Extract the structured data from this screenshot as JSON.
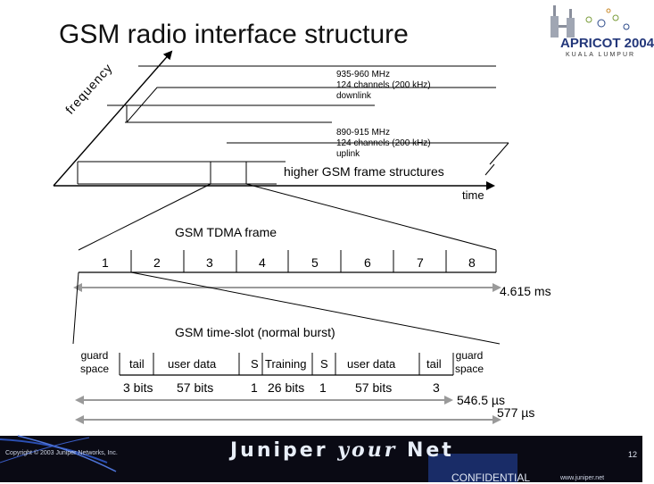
{
  "title": "GSM radio interface structure",
  "logo": {
    "name": "APRICOT 2004",
    "sub": "KUALA LUMPUR"
  },
  "frequency_axis": {
    "label": "frequency"
  },
  "downlink": {
    "line1": "935-960 MHz",
    "line2": "124 channels (200 kHz)",
    "line3": "downlink"
  },
  "uplink": {
    "line1": "890-915 MHz",
    "line2": "124 channels (200 kHz)",
    "line3": "uplink"
  },
  "higher_frames": "higher GSM frame structures",
  "time_label": "time",
  "tdma": {
    "label": "GSM TDMA frame",
    "slots": [
      "1",
      "2",
      "3",
      "4",
      "5",
      "6",
      "7",
      "8"
    ],
    "duration": "4.615 ms"
  },
  "burst": {
    "label": "GSM time-slot (normal burst)",
    "guard_left": [
      "guard",
      "space"
    ],
    "guard_right": [
      "guard",
      "space"
    ],
    "fields": [
      "tail",
      "user data",
      "S",
      "Training",
      "S",
      "user data",
      "tail"
    ],
    "bits": [
      "3 bits",
      "57 bits",
      "1",
      "26 bits",
      "1",
      "57 bits",
      "3"
    ],
    "duration_inner": "546.5 µs",
    "duration_outer": "577 µs"
  },
  "footer": {
    "copyright": "Copyright © 2003 Juniper Networks, Inc.",
    "brand_left": "Juniper",
    "brand_mid": "your",
    "brand_right": "Net",
    "confidential": "CONFIDENTIAL",
    "url": "www.juniper.net",
    "page": "12"
  }
}
